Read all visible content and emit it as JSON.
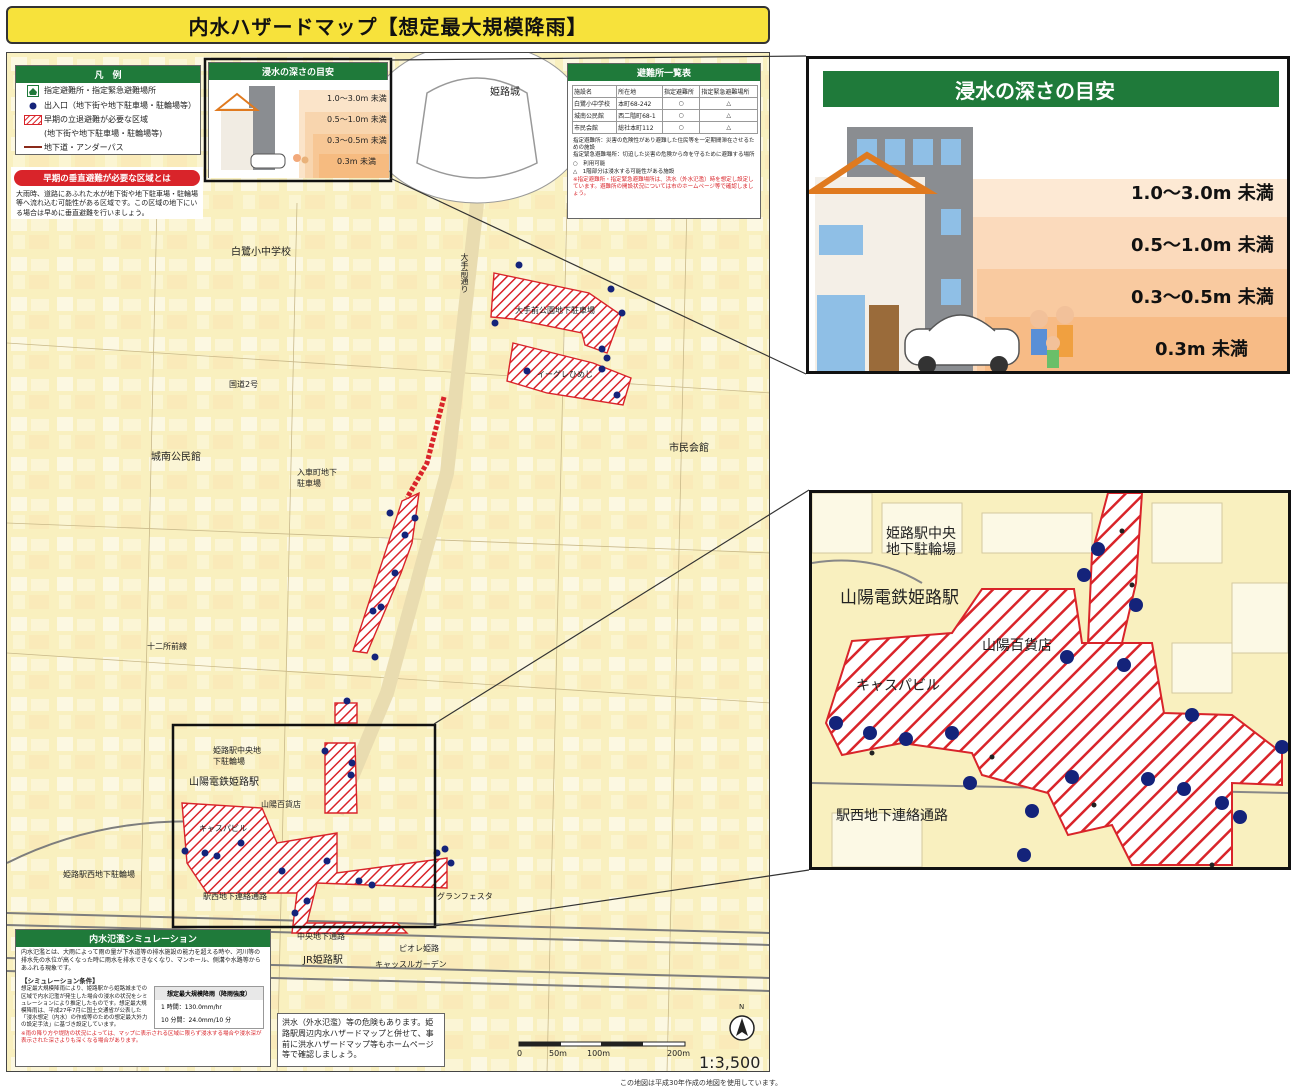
{
  "title": "内水ハザードマップ【想定最大規模降雨】",
  "legend": {
    "header": "凡　例",
    "items": [
      {
        "icon": "shelter-icon",
        "text": "指定避難所・指定緊急避難場所"
      },
      {
        "icon": "entrance-dot-icon",
        "text": "出入口（地下街や地下駐車場・駐輪場等）"
      },
      {
        "icon": "hatch-area-icon",
        "text": "早期の立退避難が必要な区域"
      },
      {
        "icon": "hatch-area-icon",
        "text": "(地下街や地下駐車場・駐輪場等)"
      },
      {
        "icon": "underpass-line-icon",
        "text": "地下道・アンダーパス"
      }
    ],
    "early_header": "早期の垂直避難が必要な区域とは",
    "early_text": "大雨時、道路にあふれた水が地下街や地下駐車場・駐輪場等へ流れ込む可能性がある区域です。この区域の地下にいる場合は早めに垂直避難を行いましょう。"
  },
  "small_depth": {
    "header": "浸水の深さの目安",
    "levels": [
      "1.0～3.0m 未満",
      "0.5～1.0m 未満",
      "0.3～0.5m 未満",
      "0.3m 未満"
    ]
  },
  "shelter_table": {
    "header": "避難所一覧表",
    "columns": [
      "施設名",
      "所在地",
      "指定避難所",
      "指定緊急避難場所"
    ],
    "rows": [
      [
        "白鷺小中学校",
        "本町68-242",
        "○",
        "△"
      ],
      [
        "城南公民館",
        "西二階町68-1",
        "○",
        "△"
      ],
      [
        "市民会館",
        "総社本町112",
        "○",
        "△"
      ]
    ],
    "note1": "指定避難所：災害の危険性があり避難した住民等を一定期間滞在させるための施設",
    "note2": "指定緊急避難場所：切迫した災害の危険から命を守るために避難する場所",
    "legend_o": "○　利用可能",
    "legend_t": "△　1階部分は浸水する可能性がある施設",
    "note_red": "※指定避難所・指定緊急避難場所は、洪水（外水氾濫）時を想定し設定しています。避難所の開設状況については市のホームページ等で確認しましょう。"
  },
  "map_labels": {
    "himeji_castle": "姫路城",
    "shirasagi_school": "白鷺小中学校",
    "jonan_hall": "城南公民館",
    "civic_hall": "市民会館",
    "otemae_parking": "大手前公園地下駐車場",
    "eagle_himeji": "イーグレひめじ",
    "otemae_street": "大手前通り",
    "route2": "国道2号",
    "jujo_street": "十二所前線",
    "parking_label": "入車町地下駐車場",
    "bicycle": "姫路駅中央地下駐輪場",
    "sanyo_station": "山陽電鉄姫路駅",
    "sanyo_dept": "山陽百貨店",
    "casper": "キャスパビル",
    "west_parking": "姫路駅西地下駐輪場",
    "west_passage": "駅西地下連絡通路",
    "granfesta": "グランフェスタ",
    "jr_himeji": "JR姫路駅",
    "central_passage": "中央地下通路",
    "piole": "ピオレ姫路",
    "castle_garden": "キャッスルガーデン"
  },
  "sim": {
    "header": "内水氾濫シミュレーション",
    "text": "内水氾濫とは、大雨によって雨の量が下水道等の排水施設の能力を超える時や、河川等の排水先の水位が高くなった時に雨水を排水できなくなり、マンホール、側溝や水路等からあふれる現象です。",
    "cond_header": "【シミュレーション条件】",
    "cond_text": "想定最大規模降雨により、姫路駅から姫路城までの区域で内水氾濫が発生した場合の浸水の状況をシミュレーションにより推定したものです。想定最大規模降雨は、平成27年7月に国土交通省が公表した「浸水想定（内水）の作成等のための想定最大外力の設定手法」に基づき設定しています。",
    "rain_header": "想定最大規模降雨（降雨強度）",
    "rain1": "1 時間：130.0mm/hr",
    "rain2": "10 分間：24.0mm/10 分",
    "red_note": "※雨の降り方や堤防の状況によっては、マップに表示される区域に限らず浸水する場合や浸水深が表示された深さよりも深くなる場合があります。"
  },
  "caution": "洪水（外水氾濫）等の危険もあります。姫路駅周辺内水ハザードマップと併せて、事前に洪水ハザードマップ等もホームページ等で確認しましょう。",
  "scale": {
    "ticks": [
      "0",
      "50m",
      "100m",
      "200m"
    ],
    "ratio": "1:3,500",
    "north": "N"
  },
  "footer": "この地図は平成30年作成の地図を使用しています。",
  "depth_inset": {
    "header": "浸水の深さの目安",
    "levels": [
      "1.0～3.0m 未満",
      "0.5～1.0m 未満",
      "0.3～0.5m 未満",
      "0.3m 未満"
    ]
  },
  "station_inset": {
    "bicycle_l1": "姫路駅中央",
    "bicycle_l2": "地下駐輪場",
    "sanyo_station": "山陽電鉄姫路駅",
    "sanyo_dept": "山陽百貨店",
    "casper": "キャスパビル",
    "west_passage": "駅西地下連絡通路"
  },
  "colors": {
    "green": "#1f7a3a",
    "red": "#d9242a",
    "yellow": "#f7e23b",
    "land": "#f9f0bf",
    "navy": "#14237a"
  }
}
